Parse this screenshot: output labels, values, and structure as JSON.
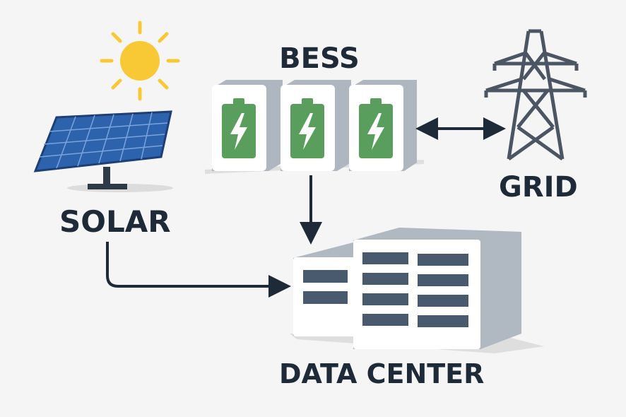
{
  "labels": {
    "solar": "SOLAR",
    "bess": "BESS",
    "grid": "GRID",
    "data_center": "DATA CENTER"
  },
  "icons": [
    "sun-icon",
    "solar-panel-icon",
    "battery-icon",
    "transmission-tower-icon",
    "data-center-building-icon"
  ],
  "colors": {
    "background": "#f5f5f5",
    "text": "#1e2a38",
    "battery_green": "#5a9e5e",
    "panel_blue": "#2d62ad",
    "sun_yellow": "#f8c935",
    "tower_gray": "#4b5563",
    "window": "#4a5a6e"
  }
}
